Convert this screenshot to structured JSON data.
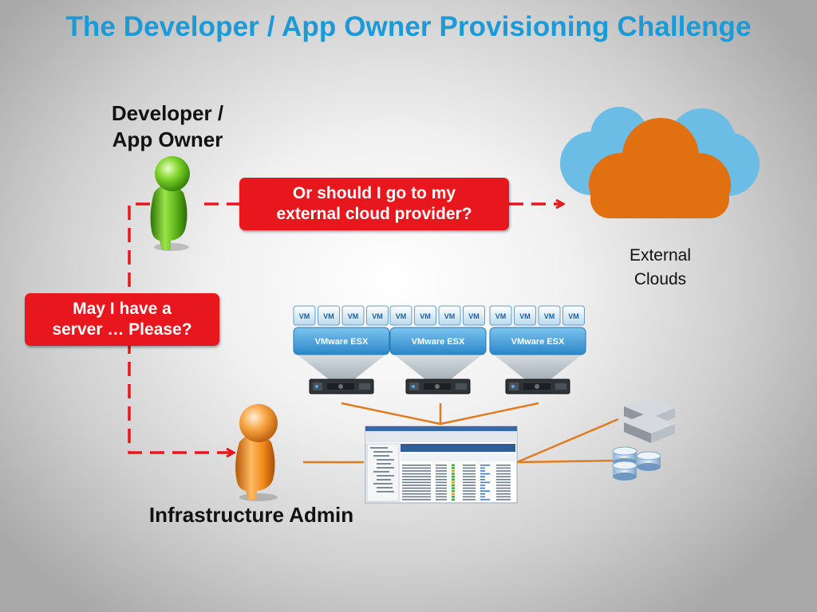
{
  "title": "The Developer / App Owner Provisioning Challenge",
  "developer": {
    "label_line1": "Developer /",
    "label_line2": "App Owner"
  },
  "admin": {
    "label": "Infrastructure Admin"
  },
  "bubbles": {
    "cloud": {
      "line1": "Or should I go to my",
      "line2": "external cloud provider?"
    },
    "server": {
      "line1": "May I have a",
      "line2": "server … Please?"
    }
  },
  "clouds": {
    "label_line1": "External",
    "label_line2": "Clouds"
  },
  "esx": {
    "hosts": [
      {
        "label": "VMware ESX",
        "vms": [
          "VM",
          "VM",
          "VM",
          "VM"
        ]
      },
      {
        "label": "VMware ESX",
        "vms": [
          "VM",
          "VM",
          "VM",
          "VM"
        ]
      },
      {
        "label": "VMware ESX",
        "vms": [
          "VM",
          "VM",
          "VM",
          "VM"
        ]
      }
    ]
  },
  "colors": {
    "title": "#1a9ad6",
    "bubble": "#e8161d",
    "arrow": "#e8161d",
    "connector": "#e07b1f",
    "developer": "#6cc417",
    "admin": "#f08a1c",
    "cloud_front": "#e07010",
    "cloud_back": "#6bbde6"
  }
}
